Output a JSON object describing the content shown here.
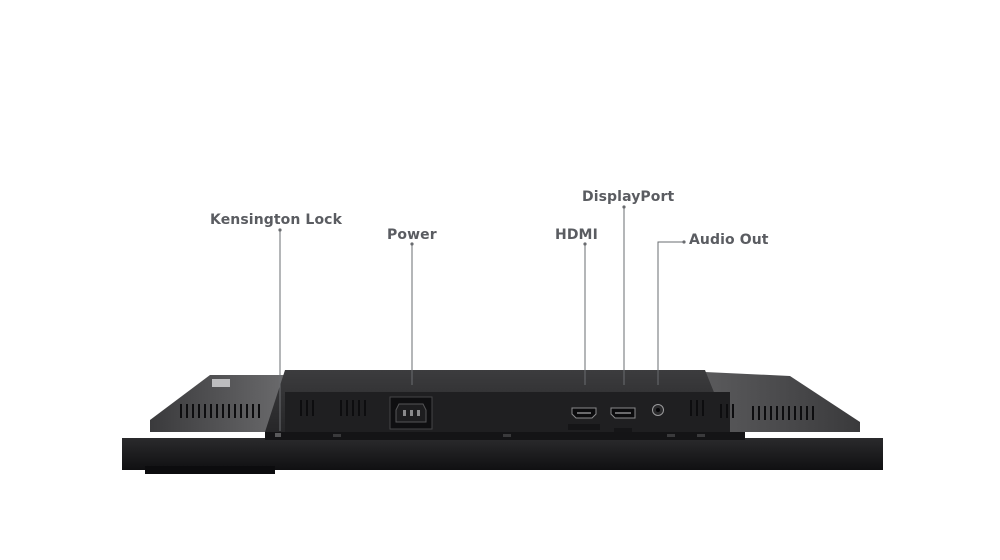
{
  "callouts": {
    "kensington_lock": "Kensington Lock",
    "power": "Power",
    "hdmi": "HDMI",
    "displayport": "DisplayPort",
    "audio_out": "Audio Out"
  },
  "colors": {
    "label_text": "#5a5c61",
    "leader_line": "#6a6c70",
    "monitor_body": "#1c1c1e",
    "monitor_panel": "#2b2b2d",
    "background": "#ffffff"
  }
}
